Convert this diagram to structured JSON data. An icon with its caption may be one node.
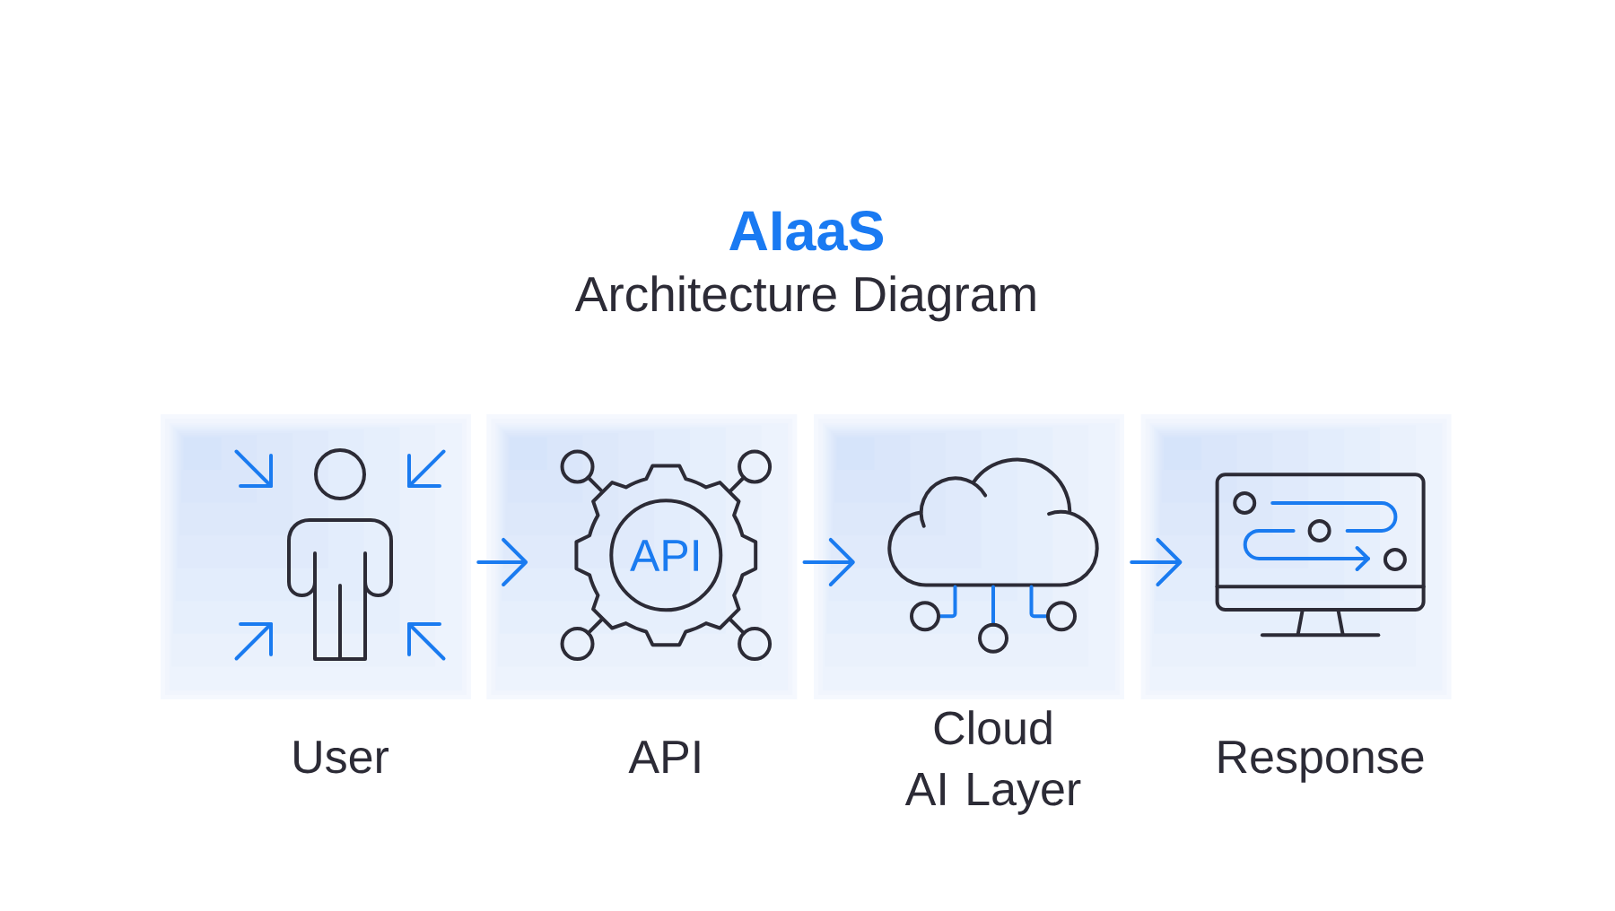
{
  "diagram": {
    "title": "AIaaS",
    "nodes": [
      {
        "text": [
          "User"
        ]
      },
      {
        "text": [
          "API",
          "API"
        ]
      },
      {
        "text": [
          "Cloud AI Layer"
        ]
      },
      {
        "text": [
          "Response"
        ]
      }
    ],
    "edges": [
      {
        "from": 0,
        "to": 1,
        "arrow": "to"
      },
      {
        "from": 1,
        "to": 2,
        "arrow": "to"
      },
      {
        "from": 2,
        "to": 3,
        "arrow": "to"
      }
    ],
    "labels": [
      "Architecture Diagram"
    ]
  }
}
